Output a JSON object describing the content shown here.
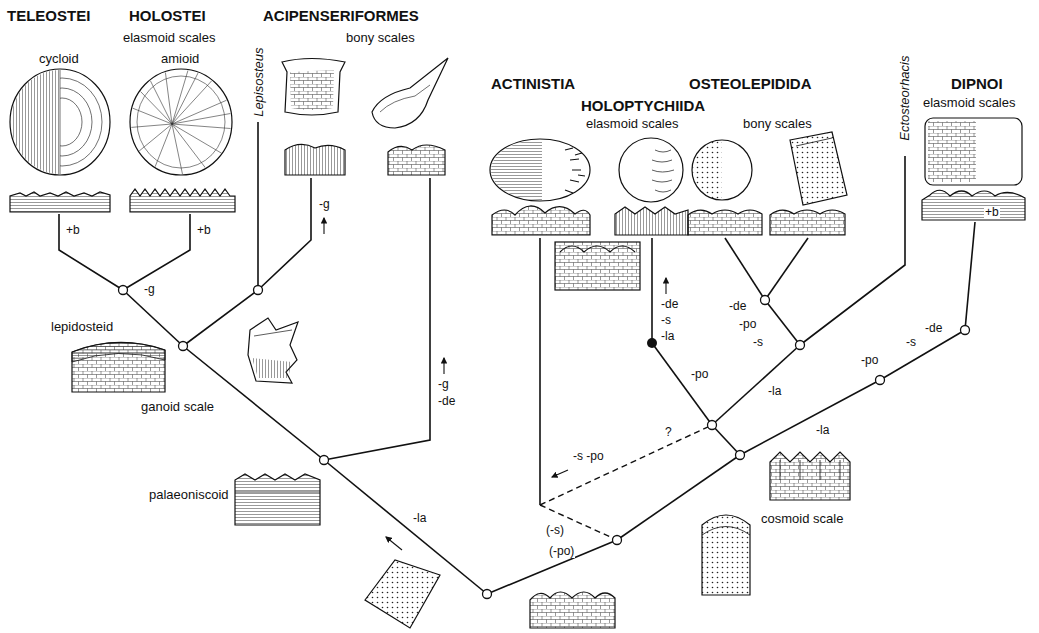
{
  "diagram": {
    "labels": [
      "TELEOSTEI",
      "HOLOSTEI",
      "ACIPENSERIFORMES",
      "elasmoid scales",
      "bony scales",
      "cycloid",
      "amioid",
      "Lepisosteus",
      "ACTINISTIA",
      "HOLOPTYCHIIDA",
      "OSTEOLEPIDIDA",
      "elasmoid scales",
      "bony scales",
      "Ectosteorhacis",
      "DIPNOI",
      "elasmoid scales",
      "+b",
      "+b",
      "-g",
      "-g",
      "-g",
      "-de",
      "-la",
      "lepidosteid",
      "ganoid scale",
      "palaeoniscoid",
      "(-s)",
      "(-po)",
      "-s -po",
      "?",
      "-de",
      "-s",
      "-la",
      "-po",
      "-de",
      "-po",
      "-s",
      "-la",
      "-la",
      "-po",
      "-s",
      "-de",
      "+b",
      "cosmoid scale"
    ]
  }
}
